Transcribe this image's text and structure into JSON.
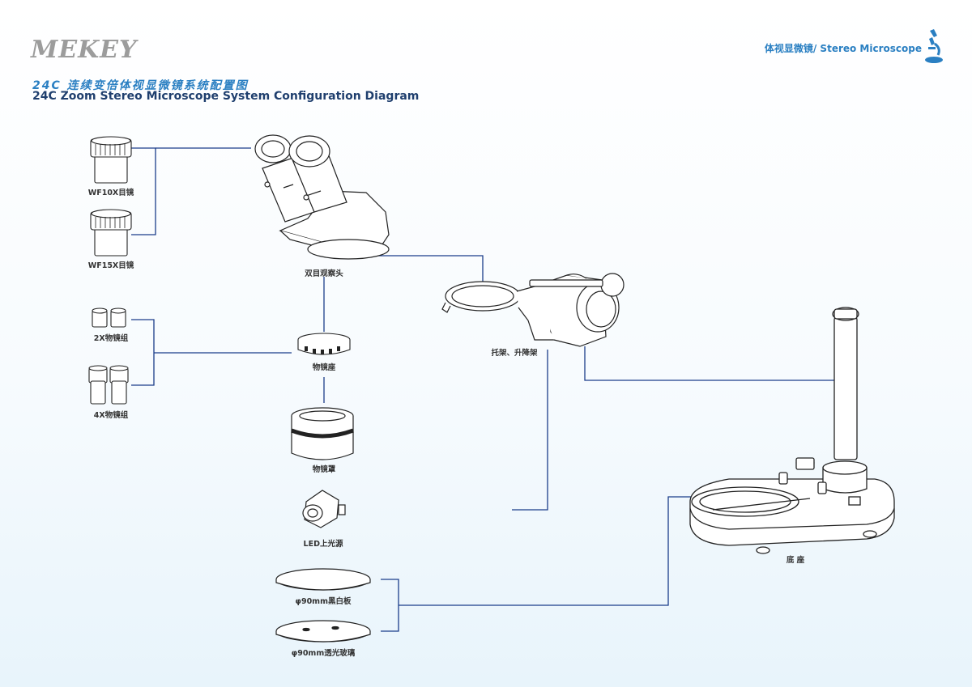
{
  "header": {
    "brand": "MEKEY",
    "title_cn": "24C 连续变倍体视显微镜系统配置图",
    "title_en": "24C Zoom Stereo Microscope System Configuration Diagram",
    "right_text": "体视显微镜/ Stereo Microscope"
  },
  "components": {
    "eyepiece_wf10x": "WF10X目镜",
    "eyepiece_wf15x": "WF15X目镜",
    "objective_2x": "2X物镜组",
    "objective_4x": "4X物镜组",
    "binocular_head": "双目观察头",
    "objective_mount": "物镜座",
    "objective_cover": "物镜罩",
    "led_light": "LED上光源",
    "plate_black_white": "φ90mm黑白板",
    "plate_glass": "φ90mm透光玻璃",
    "holder_focus": "托架、升降架",
    "base": "底 座"
  },
  "colors": {
    "connector": "#1b3d8a",
    "title_blue": "#2a7fc2",
    "title_dark": "#1f3f6e",
    "brand_gray": "#9c9c9c",
    "line_art": "#222222"
  }
}
